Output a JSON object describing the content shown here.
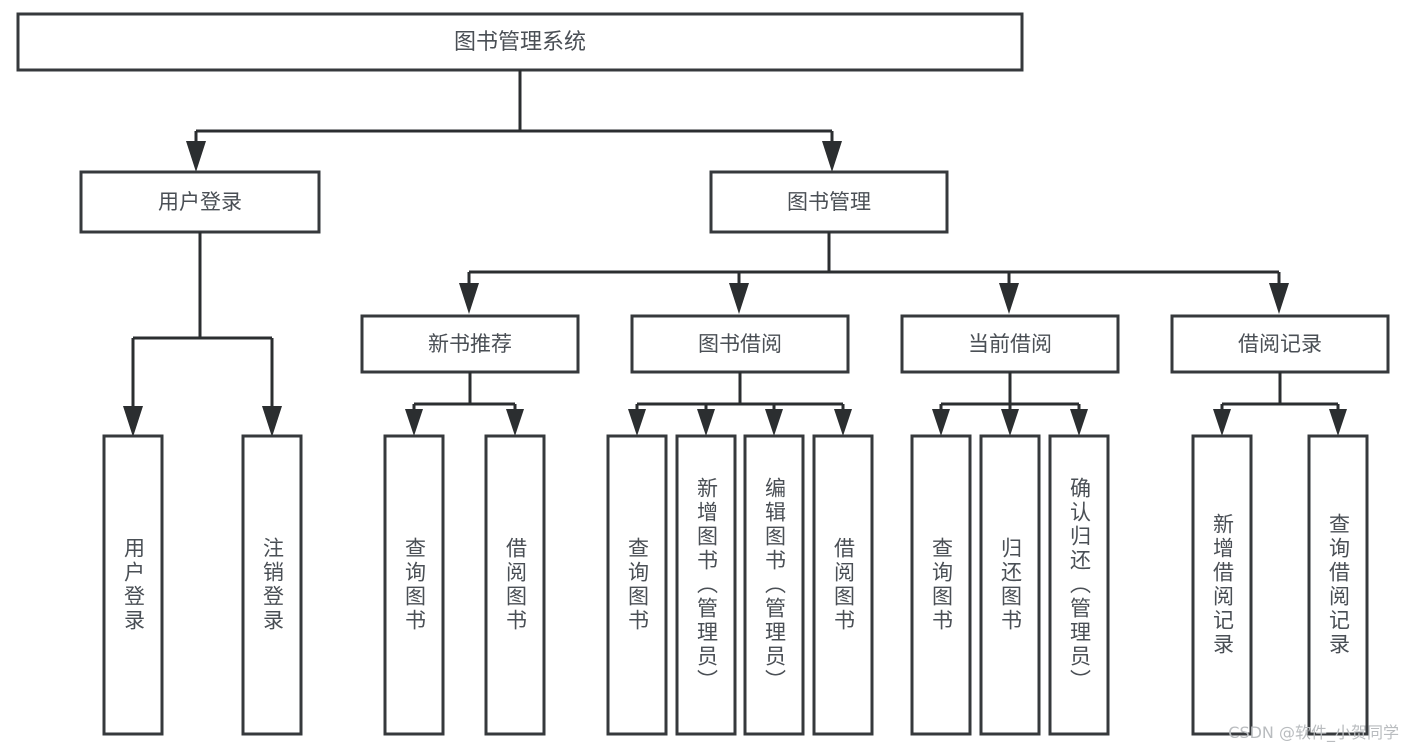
{
  "diagram": {
    "title": "图书管理系统",
    "type": "tree",
    "colors": {
      "box_border": "#36393c",
      "box_fill": "#ffffff",
      "connector": "#2b2e30",
      "text": "#4a4f55",
      "background": "#ffffff",
      "watermark": "#b9bcbf"
    },
    "root": {
      "label": "图书管理系统"
    },
    "level2": [
      {
        "label": "用户登录"
      },
      {
        "label": "图书管理"
      }
    ],
    "level3": [
      {
        "label": "新书推荐"
      },
      {
        "label": "图书借阅"
      },
      {
        "label": "当前借阅"
      },
      {
        "label": "借阅记录"
      }
    ],
    "leaves": {
      "user_login": [
        {
          "label": "用户登录"
        },
        {
          "label": "注销登录"
        }
      ],
      "new_book_recommend": [
        {
          "label": "查询图书"
        },
        {
          "label": "借阅图书"
        }
      ],
      "book_borrow": [
        {
          "label": "查询图书"
        },
        {
          "label": "新增图书（管理员）"
        },
        {
          "label": "编辑图书（管理员）"
        },
        {
          "label": "借阅图书"
        }
      ],
      "current_borrow": [
        {
          "label": "查询图书"
        },
        {
          "label": "归还图书"
        },
        {
          "label": "确认归还（管理员）"
        }
      ],
      "borrow_record": [
        {
          "label": "新增借阅记录"
        },
        {
          "label": "查询借阅记录"
        }
      ]
    },
    "watermark": "CSDN @软件_小贺同学"
  }
}
